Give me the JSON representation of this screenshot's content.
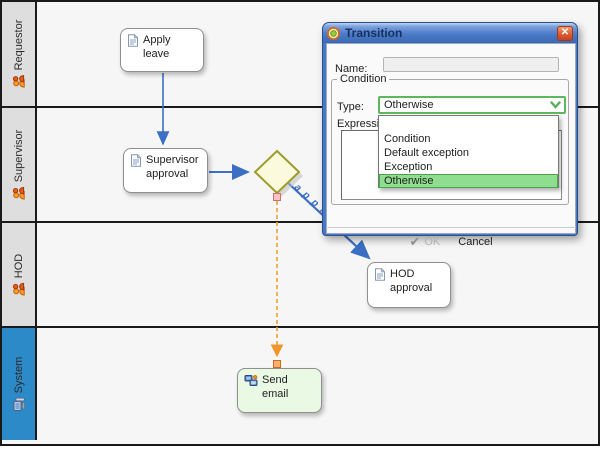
{
  "lanes": [
    {
      "label": "Requestor",
      "icon": "people-icon"
    },
    {
      "label": "Supervisor",
      "icon": "people-icon"
    },
    {
      "label": "HOD",
      "icon": "people-icon"
    },
    {
      "label": "System",
      "icon": "computer-icon"
    }
  ],
  "tasks": [
    {
      "label": "Apply leave",
      "icon": "document-icon"
    },
    {
      "label": "Supervisor approval",
      "icon": "document-icon"
    },
    {
      "label": "HOD approval",
      "icon": "document-icon"
    },
    {
      "label": "Send email",
      "icon": "system-task-icon"
    }
  ],
  "edge_label": "approve",
  "dialog": {
    "title": "Transition",
    "close_label": "✕",
    "name_label": "Name:",
    "name_value": "",
    "group_label": "Condition",
    "type_label": "Type:",
    "type_value": "Otherwise",
    "expression_label": "Expression:",
    "options": [
      "",
      "Condition",
      "Default exception",
      "Exception",
      "Otherwise"
    ],
    "selected_option": "Otherwise",
    "ok_check": "✔",
    "ok_label": "OK",
    "cancel_label": "Cancel"
  },
  "colors": {
    "arrow_blue": "#3b6fc4",
    "transition_orange": "#f0a030",
    "gateway_fill": "#fcfadc",
    "gateway_stroke": "#9c9c28",
    "system_lane_blue": "#2c8ac8",
    "selection_green": "#8fde8f",
    "combo_border_green": "#5cb85c",
    "send_email_green": "#e9f9e4"
  }
}
